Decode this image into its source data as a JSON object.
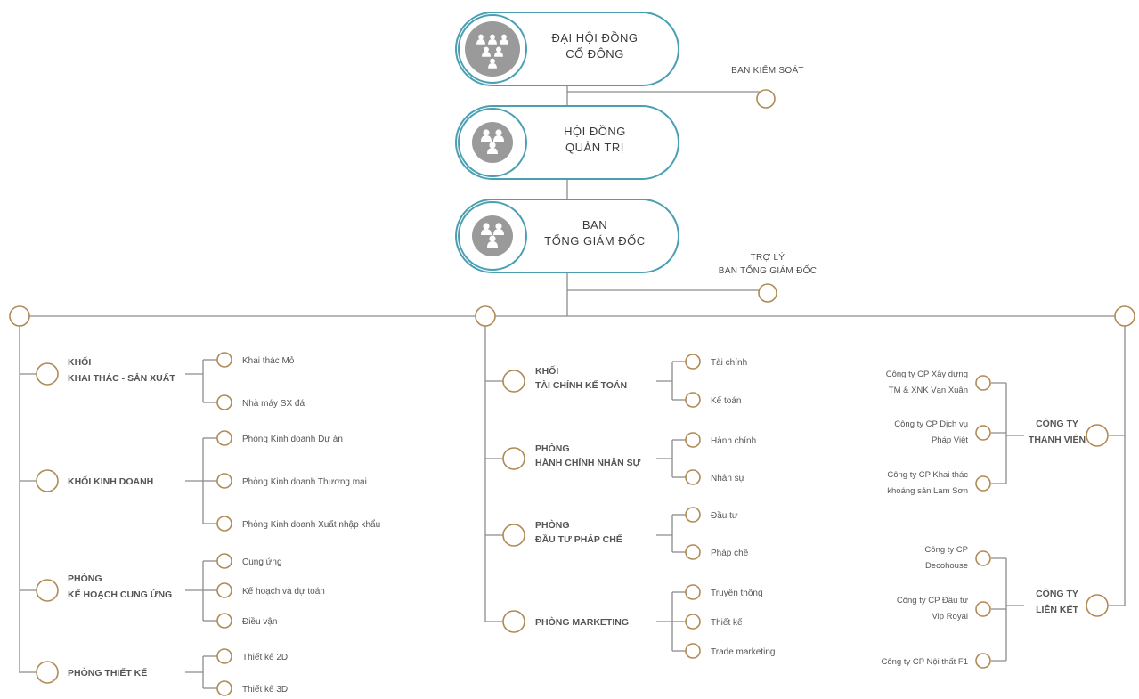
{
  "top": [
    {
      "lines": [
        "ĐẠI HỘI ĐỒNG",
        "CỔ ĐÔNG"
      ]
    },
    {
      "lines": [
        "HỘI ĐỒNG",
        "QUẢN TRỊ"
      ]
    },
    {
      "lines": [
        "BAN",
        "TỔNG GIÁM ĐỐC"
      ]
    }
  ],
  "side": {
    "ban_kiem_soat": [
      "BAN KIỂM SOÁT"
    ],
    "tro_ly": [
      "TRỢ LÝ",
      "BAN TỔNG GIÁM ĐỐC"
    ]
  },
  "left_groups": [
    {
      "label": [
        "KHỐI",
        "KHAI THÁC - SẢN XUẤT"
      ],
      "children": [
        "Khai thác Mỏ",
        "Nhà máy SX đá"
      ]
    },
    {
      "label": [
        "KHỐI KINH DOANH"
      ],
      "children": [
        "Phòng Kinh doanh Dự án",
        "Phòng Kinh doanh Thương mại",
        "Phòng Kinh doanh Xuất nhập khẩu"
      ]
    },
    {
      "label": [
        "PHÒNG",
        "KẾ HOẠCH CUNG ỨNG"
      ],
      "children": [
        "Cung ứng",
        "Kế hoạch và dự toán",
        "Điều vận"
      ]
    },
    {
      "label": [
        "PHÒNG THIẾT KẾ"
      ],
      "children": [
        "Thiết kế 2D",
        "Thiết kế 3D"
      ]
    }
  ],
  "middle_groups": [
    {
      "label": [
        "KHỐI",
        "TÀI CHÍNH KẾ TOÁN"
      ],
      "children": [
        "Tài chính",
        "Kế toán"
      ]
    },
    {
      "label": [
        "PHÒNG",
        "HÀNH CHÍNH NHÂN SỰ"
      ],
      "children": [
        "Hành chính",
        "Nhân sự"
      ]
    },
    {
      "label": [
        "PHÒNG",
        "ĐẦU TƯ PHÁP CHẾ"
      ],
      "children": [
        "Đầu tư",
        "Pháp chế"
      ]
    },
    {
      "label": [
        "PHÒNG MARKETING"
      ],
      "children": [
        "Truyền thông",
        "Thiết kế",
        "Trade marketing"
      ]
    }
  ],
  "right_groups": [
    {
      "label": [
        "CÔNG TY",
        "THÀNH VIÊN"
      ],
      "children": [
        [
          "Công ty CP Xây dựng",
          "TM & XNK Vạn Xuân"
        ],
        [
          "Công ty CP Dịch vụ",
          "Pháp Việt"
        ],
        [
          "Công ty CP Khai thác",
          "khoáng sản Lam Sơn"
        ]
      ]
    },
    {
      "label": [
        "CÔNG TY",
        "LIÊN KẾT"
      ],
      "children": [
        [
          "Công ty CP",
          "Decohouse"
        ],
        [
          "Công ty CP Đầu tư",
          "Vip Royal"
        ],
        [
          "Công ty CP Nội thất F1"
        ]
      ]
    }
  ],
  "colors": {
    "line": "#8c8c8c",
    "pill_border": "#4a9fb3",
    "circle": "#b08a55",
    "icon_bg": "#9a9a9a",
    "icon_fg": "#ffffff"
  }
}
